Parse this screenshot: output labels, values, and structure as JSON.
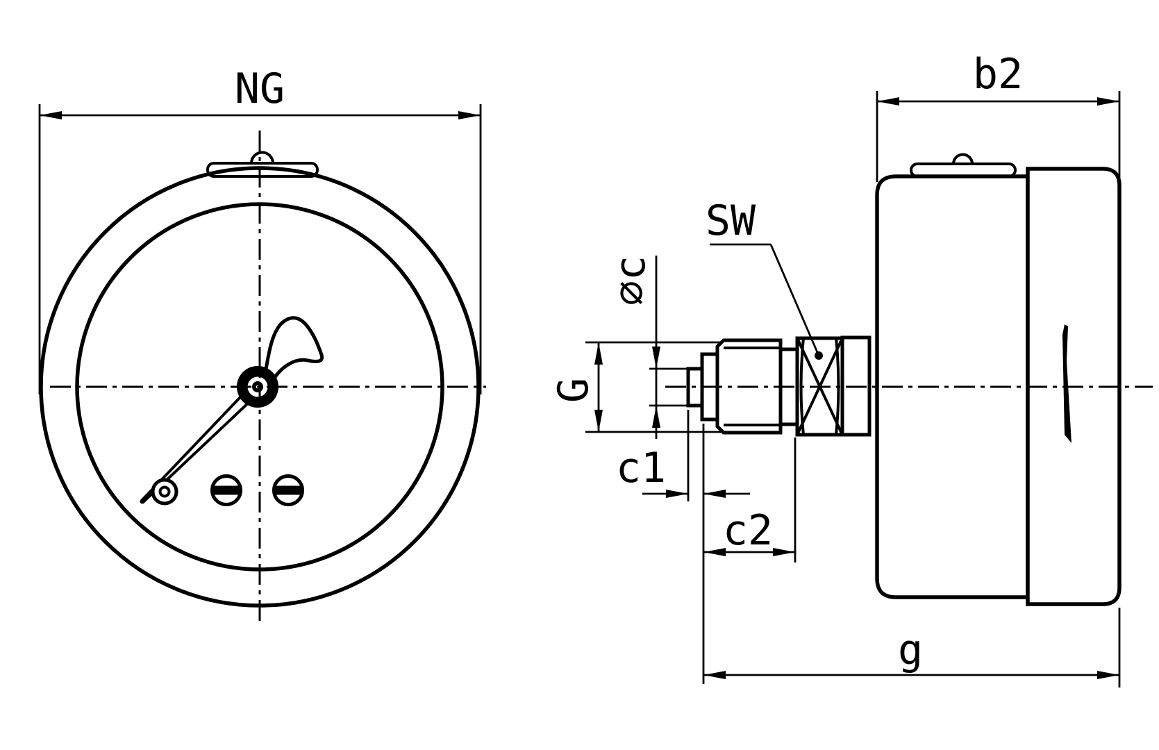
{
  "drawing": {
    "type": "technical-drawing",
    "subject": "pressure gauge, back connection, front and side view",
    "colors": {
      "line": "#000000",
      "background": "#ffffff"
    },
    "front_view": {
      "dim_ng": "NG"
    },
    "side_view": {
      "dim_b2": "b2",
      "dim_sw": "SW",
      "dim_dia_c": "⌀c",
      "dim_thread": "G",
      "dim_c1": "c1",
      "dim_c2": "c2",
      "dim_g_total": "g"
    }
  }
}
